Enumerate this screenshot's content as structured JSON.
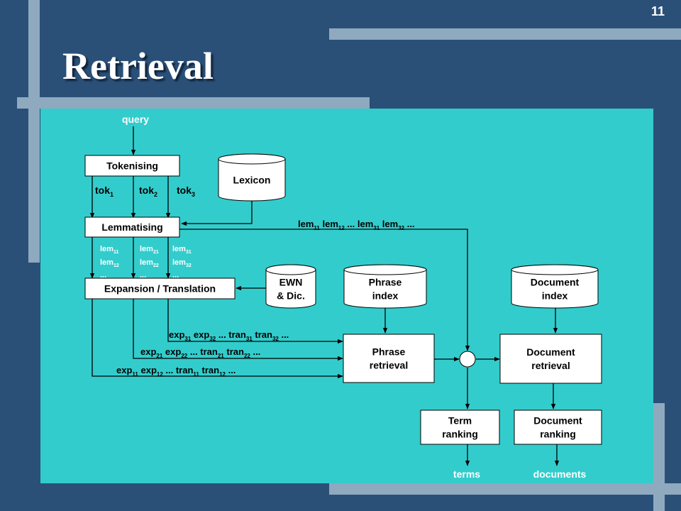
{
  "slide": {
    "number": "11",
    "title": "Retrieval"
  },
  "diagram": {
    "input": "query",
    "outputs": {
      "terms": "terms",
      "documents": "documents"
    },
    "processes": {
      "tokenising": "Tokenising",
      "lemmatising": "Lemmatising",
      "expansion": "Expansion / Translation",
      "phrase_retrieval": [
        "Phrase",
        "retrieval"
      ],
      "document_retrieval": [
        "Document",
        "retrieval"
      ],
      "term_ranking": [
        "Term",
        "ranking"
      ],
      "document_ranking": [
        "Document",
        "ranking"
      ]
    },
    "stores": {
      "lexicon": [
        "Lexicon"
      ],
      "ewn": [
        "EWN",
        "& Dic."
      ],
      "phrase_index": [
        "Phrase",
        "index"
      ],
      "document_index": [
        "Document",
        "index"
      ]
    },
    "tokens": [
      {
        "base": "tok",
        "sub": "1"
      },
      {
        "base": "tok",
        "sub": "2"
      },
      {
        "base": "tok",
        "sub": "3"
      }
    ],
    "lemma_columns": [
      [
        [
          [
            "lem",
            "11"
          ]
        ],
        [
          [
            "lem",
            "12"
          ]
        ],
        [
          [
            "...",
            ""
          ]
        ]
      ],
      [
        [
          [
            "lem",
            "21"
          ]
        ],
        [
          [
            "lem",
            "22"
          ]
        ],
        [
          [
            "...",
            ""
          ]
        ]
      ],
      [
        [
          [
            "lem",
            "31"
          ]
        ],
        [
          [
            "lem",
            "32"
          ]
        ],
        [
          [
            "...",
            ""
          ]
        ]
      ]
    ],
    "lemma_flow": [
      [
        "lem",
        "11"
      ],
      [
        " lem",
        "12"
      ],
      [
        " ... lem",
        "31"
      ],
      [
        " lem",
        "32"
      ],
      [
        " ...",
        ""
      ]
    ],
    "expansion_flows": [
      [
        [
          "exp",
          "31"
        ],
        [
          " exp",
          "32"
        ],
        [
          " ... tran",
          "31"
        ],
        [
          " tran",
          "32"
        ],
        [
          " ...",
          ""
        ]
      ],
      [
        [
          "exp",
          "21"
        ],
        [
          " exp",
          "22"
        ],
        [
          " ... tran",
          "21"
        ],
        [
          " tran",
          "22"
        ],
        [
          " ...",
          ""
        ]
      ],
      [
        [
          "exp",
          "11"
        ],
        [
          " exp",
          "12"
        ],
        [
          " ... tran",
          "11"
        ],
        [
          " tran",
          "12"
        ],
        [
          " ...",
          ""
        ]
      ]
    ]
  }
}
